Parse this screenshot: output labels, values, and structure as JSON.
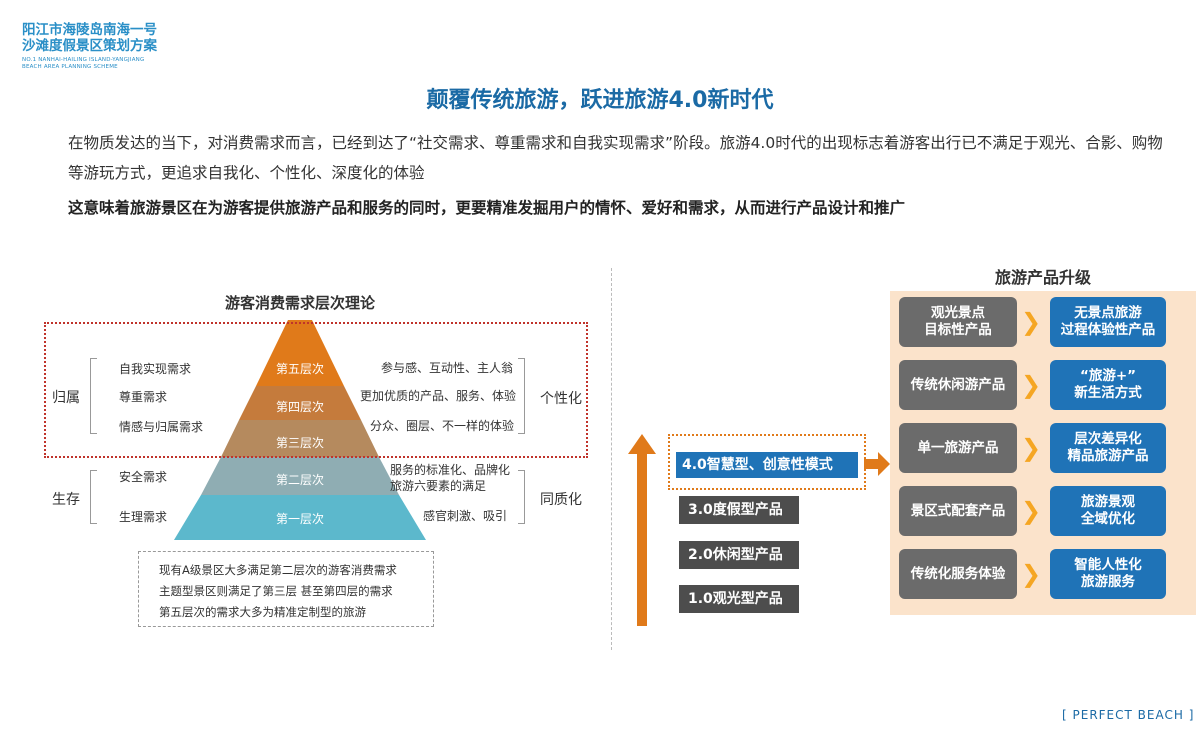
{
  "header": {
    "logo_line1": "阳江市海陵岛南海一号",
    "logo_line2": "沙滩度假景区策划方案",
    "logo_en1": "NO.1 NANHAI-HAILING ISLAND-YANGJIANG",
    "logo_en2": "BEACH AREA PLANNING SCHEME"
  },
  "title": "颠覆传统旅游，跃进旅游4.0新时代",
  "intro": "在物质发达的当下，对消费需求而言，已经到达了“社交需求、尊重需求和自我实现需求”阶段。旅游4.0时代的出现标志着游客出行已不满足于观光、合影、购物等游玩方式，更追求自我化、个性化、深度化的体验",
  "intro_bold": "这意味着旅游景区在为游客提供旅游产品和服务的同时，更要精准发掘用户的情怀、爱好和需求，从而进行产品设计和推广",
  "pyramid": {
    "title": "游客消费需求层次理论",
    "layers": [
      "第五层次",
      "第四层次",
      "第三层次",
      "第二层次",
      "第一层次"
    ],
    "colors": [
      "#e07a1a",
      "#c57b3c",
      "#b58a5e",
      "#8fadb3",
      "#5cb8cc"
    ],
    "left_group_top": "归属",
    "left_group_bottom": "生存",
    "right_group_top": "个性化",
    "right_group_bottom": "同质化",
    "needs": [
      "自我实现需求",
      "尊重需求",
      "情感与归属需求",
      "安全需求",
      "生理需求"
    ],
    "descs": [
      "参与感、互动性、主人翁",
      "更加优质的产品、服务、体验",
      "分众、圈层、不一样的体验",
      "服务的标准化、品牌化",
      "旅游六要素的满足",
      "感官刺激、吸引"
    ],
    "notes": [
      "现有A级景区大多满足第二层次的游客消费需求",
      "主题型景区则满足了第三层 甚至第四层的需求",
      "第五层次的需求大多为精准定制型的旅游"
    ]
  },
  "levels": {
    "active": "4.0智慧型、创意性模式",
    "items": [
      "3.0度假型产品",
      "2.0休闲型产品",
      "1.0观光型产品"
    ],
    "accent": "#e07a1a"
  },
  "upgrade": {
    "title": "旅游产品升级",
    "rows": [
      {
        "from": "观光景点\n目标性产品",
        "to": "无景点旅游\n过程体验性产品"
      },
      {
        "from": "传统休闲游产品",
        "to": "“旅游+”\n新生活方式"
      },
      {
        "from": "单一旅游产品",
        "to": "层次差异化\n精品旅游产品"
      },
      {
        "from": "景区式配套产品",
        "to": "旅游景观\n全域优化"
      },
      {
        "from": "传统化服务体验",
        "to": "智能人性化\n旅游服务"
      }
    ]
  },
  "footer": "PERFECT BEACH"
}
